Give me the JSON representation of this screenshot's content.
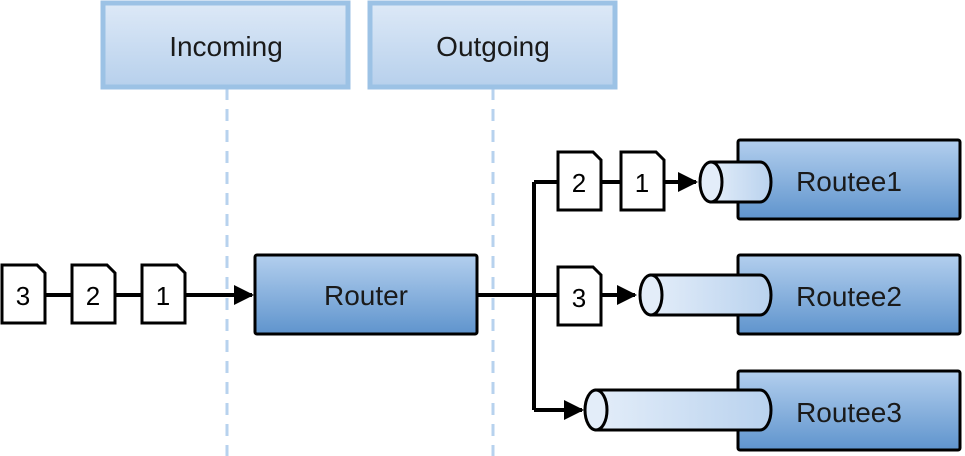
{
  "headers": {
    "incoming": "Incoming",
    "outgoing": "Outgoing"
  },
  "router": {
    "label": "Router"
  },
  "routees": [
    {
      "label": "Routee1"
    },
    {
      "label": "Routee2"
    },
    {
      "label": "Routee3"
    }
  ],
  "incoming_messages": [
    "3",
    "2",
    "1"
  ],
  "routee1_messages": [
    "2",
    "1"
  ],
  "routee2_messages": [
    "3"
  ],
  "colors": {
    "header_fill": "#c9dcf0",
    "header_border": "#9cc2e5",
    "box_fill_top": "#a9c8ea",
    "box_fill_bottom": "#5f94cd",
    "queue_fill": "#cfe0f3",
    "line": "#000000",
    "dashed_divider": "#b7d2ee"
  }
}
